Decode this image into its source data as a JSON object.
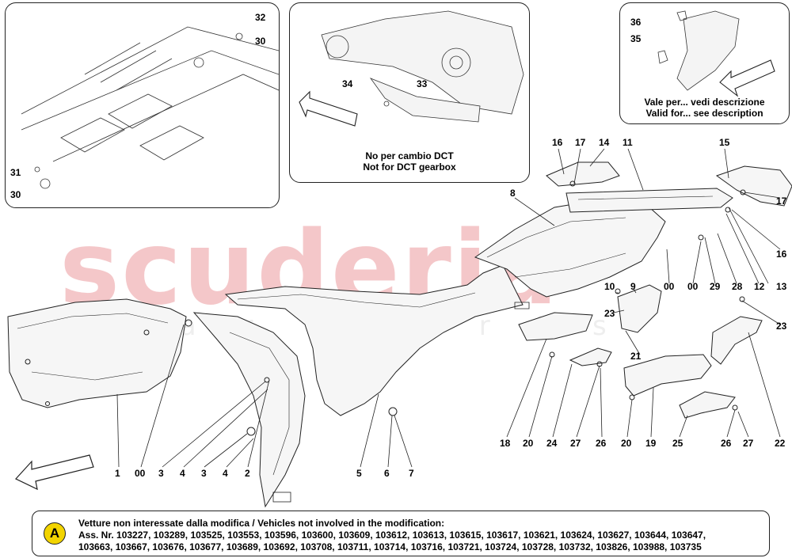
{
  "watermark": {
    "main": "scuderia",
    "sub": "car parts"
  },
  "insets": {
    "dct": {
      "caption_it": "No per cambio DCT",
      "caption_en": "Not for DCT gearbox"
    },
    "valid": {
      "caption_it": "Vale per... vedi descrizione",
      "caption_en": "Valid for... see description"
    }
  },
  "callouts": [
    {
      "id": "c32",
      "text": "32"
    },
    {
      "id": "c30a",
      "text": "30"
    },
    {
      "id": "c31",
      "text": "31"
    },
    {
      "id": "c30b",
      "text": "30"
    },
    {
      "id": "c34",
      "text": "34"
    },
    {
      "id": "c33",
      "text": "33"
    },
    {
      "id": "c36",
      "text": "36"
    },
    {
      "id": "c35",
      "text": "35"
    },
    {
      "id": "c16a",
      "text": "16"
    },
    {
      "id": "c17a",
      "text": "17"
    },
    {
      "id": "c14",
      "text": "14"
    },
    {
      "id": "c11",
      "text": "11"
    },
    {
      "id": "c15",
      "text": "15"
    },
    {
      "id": "c8",
      "text": "8"
    },
    {
      "id": "c17b",
      "text": "17"
    },
    {
      "id": "c16b",
      "text": "16"
    },
    {
      "id": "c10",
      "text": "10"
    },
    {
      "id": "c9",
      "text": "9"
    },
    {
      "id": "c00a",
      "text": "00"
    },
    {
      "id": "c00b",
      "text": "00"
    },
    {
      "id": "c29",
      "text": "29"
    },
    {
      "id": "c28",
      "text": "28"
    },
    {
      "id": "c12",
      "text": "12"
    },
    {
      "id": "c13",
      "text": "13"
    },
    {
      "id": "c23a",
      "text": "23"
    },
    {
      "id": "c23b",
      "text": "23"
    },
    {
      "id": "c21",
      "text": "21"
    },
    {
      "id": "c1",
      "text": "1"
    },
    {
      "id": "c00c",
      "text": "00"
    },
    {
      "id": "c3a",
      "text": "3"
    },
    {
      "id": "c4a",
      "text": "4"
    },
    {
      "id": "c3b",
      "text": "3"
    },
    {
      "id": "c4b",
      "text": "4"
    },
    {
      "id": "c2",
      "text": "2"
    },
    {
      "id": "c5",
      "text": "5"
    },
    {
      "id": "c6",
      "text": "6"
    },
    {
      "id": "c7",
      "text": "7"
    },
    {
      "id": "c18",
      "text": "18"
    },
    {
      "id": "c20a",
      "text": "20"
    },
    {
      "id": "c24",
      "text": "24"
    },
    {
      "id": "c27a",
      "text": "27"
    },
    {
      "id": "c26a",
      "text": "26"
    },
    {
      "id": "c20b",
      "text": "20"
    },
    {
      "id": "c19",
      "text": "19"
    },
    {
      "id": "c25",
      "text": "25"
    },
    {
      "id": "c26b",
      "text": "26"
    },
    {
      "id": "c27b",
      "text": "27"
    },
    {
      "id": "c22",
      "text": "22"
    }
  ],
  "note": {
    "badge": "A",
    "heading": "Vetture non interessate dalla modifica / Vehicles not involved in the modification:",
    "line1": "Ass. Nr. 103227, 103289, 103525, 103553, 103596, 103600, 103609, 103612, 103613, 103615, 103617, 103621, 103624, 103627, 103644, 103647,",
    "line2": "103663, 103667, 103676, 103677, 103689, 103692, 103708, 103711, 103714, 103716, 103721, 103724, 103728, 103732, 103826, 103988, 103735"
  },
  "colors": {
    "badge": "#f2d400",
    "watermark": "#f4c7c9",
    "line": "#222222"
  },
  "icons": [
    "direction-arrow-icon"
  ]
}
